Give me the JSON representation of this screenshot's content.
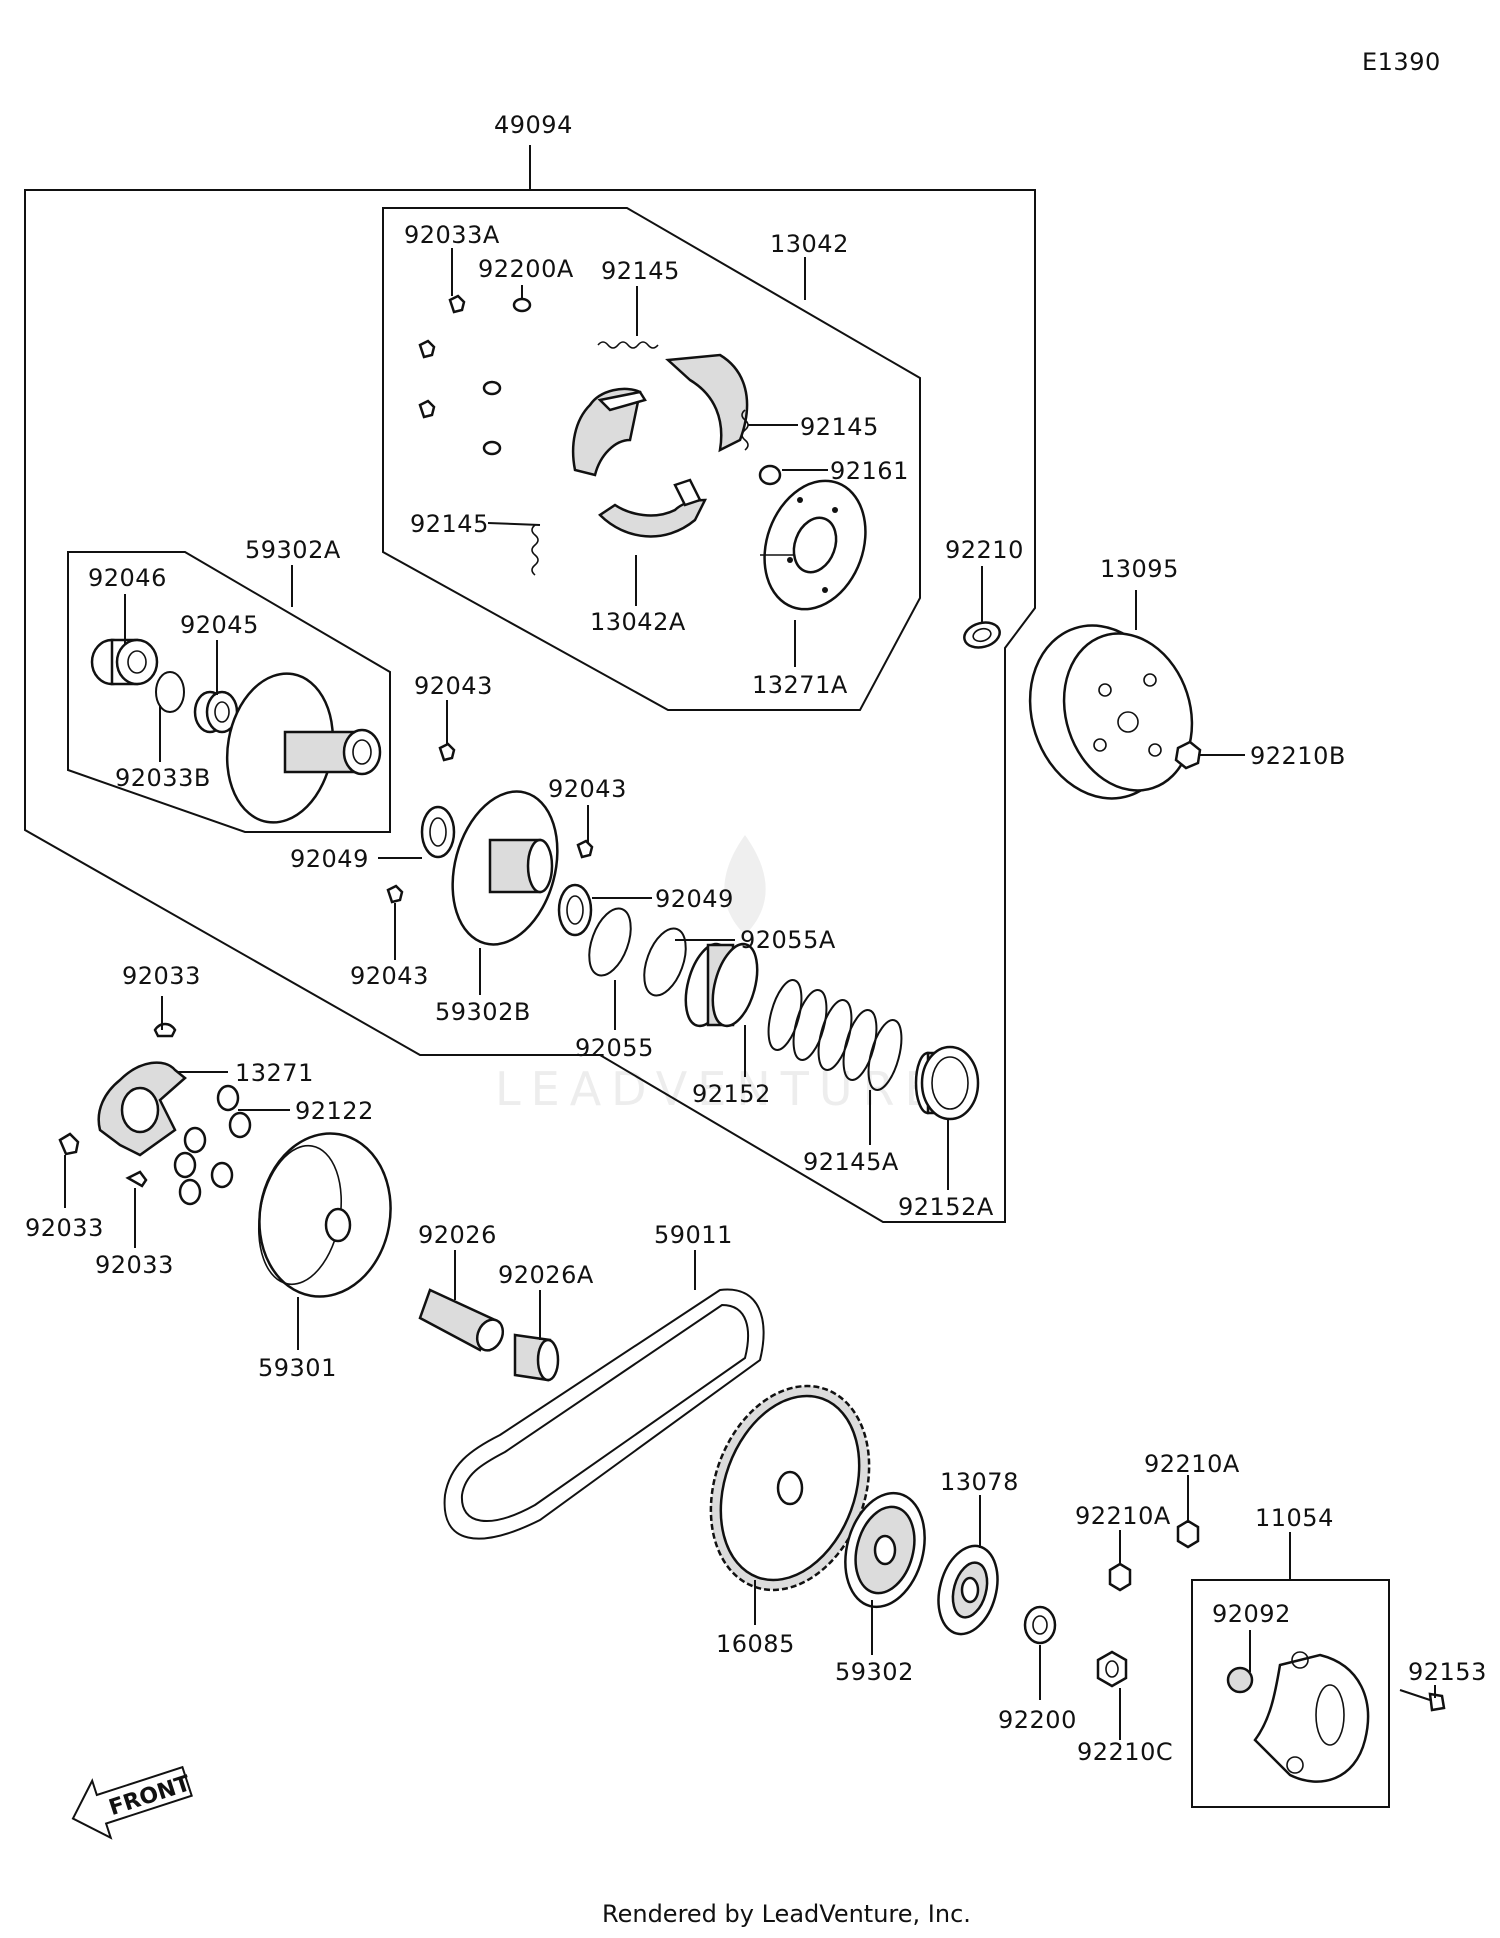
{
  "diagram_id": "E1390",
  "footer": "Rendered by LeadVenture, Inc.",
  "watermark": "LEADVENTURE",
  "front_arrow_text": "FRONT",
  "labels": {
    "p49094": "49094",
    "p13042": "13042",
    "p92033A": "92033A",
    "p92200A": "92200A",
    "p92145_top": "92145",
    "p92145_right": "92145",
    "p92161": "92161",
    "p92145_left": "92145",
    "p13042A": "13042A",
    "p13271A": "13271A",
    "p92210": "92210",
    "p13095": "13095",
    "p92210B": "92210B",
    "p59302A": "59302A",
    "p92046": "92046",
    "p92045": "92045",
    "p92033B": "92033B",
    "p92043_a": "92043",
    "p92043_b": "92043",
    "p92043_c": "92043",
    "p92049_left": "92049",
    "p92049_right": "92049",
    "p92055A": "92055A",
    "p59302B": "59302B",
    "p92055": "92055",
    "p92152": "92152",
    "p92145A": "92145A",
    "p92152A": "92152A",
    "p92033_top": "92033",
    "p13271": "13271",
    "p92122": "92122",
    "p92033_left": "92033",
    "p92033_bottom": "92033",
    "p59301": "59301",
    "p92026": "92026",
    "p92026A": "92026A",
    "p59011": "59011",
    "p16085": "16085",
    "p59302": "59302",
    "p13078": "13078",
    "p92210A_top": "92210A",
    "p92210A_mid": "92210A",
    "p11054": "11054",
    "p92092": "92092",
    "p92153": "92153",
    "p92200": "92200",
    "p92210C": "92210C"
  }
}
